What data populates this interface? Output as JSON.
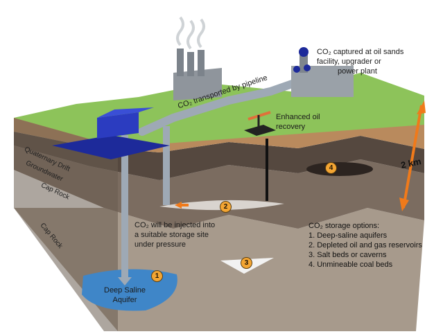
{
  "labels": {
    "captured": [
      "CO₂ captured at oil sands",
      "facility, upgrader or",
      "power plant"
    ],
    "transported": "CO₂ transported by pipeline",
    "enhanced": [
      "Enhanced oil",
      "recovery"
    ],
    "injected": [
      "CO₂ will be injected into",
      "a suitable storage site",
      "under pressure"
    ],
    "aquifer": [
      "Deep Saline",
      "Aquifer"
    ],
    "depth": "2 km"
  },
  "layers": {
    "quaternary": "Quaternary Drift",
    "groundwater": "Groundwater",
    "cap_rock_1": "Cap Rock",
    "cap_rock_2": "Cap Rock"
  },
  "storage_options": {
    "title": "CO₂ storage options:",
    "items": [
      "1. Deep-saline aquifers",
      "2. Depleted oil and gas reservoirs",
      "3. Salt beds or caverns",
      "4. Unmineable coal beds"
    ]
  },
  "markers": [
    "1",
    "2",
    "3",
    "4"
  ],
  "colors": {
    "grass": "#8dc35a",
    "soil": "#b98a5d",
    "rock_dark": "#5c4f45",
    "rock_mid": "#7d6f63",
    "rock_light": "#a69a8e",
    "aquifer": "#3f86c8",
    "pipe": "#9ea9b5",
    "reservoir": "#1d2a9a",
    "marker": "#f3a533",
    "arrow": "#f07a1a"
  },
  "icons": [
    "smoke-icon",
    "pumpjack-icon",
    "arrow-icon"
  ]
}
